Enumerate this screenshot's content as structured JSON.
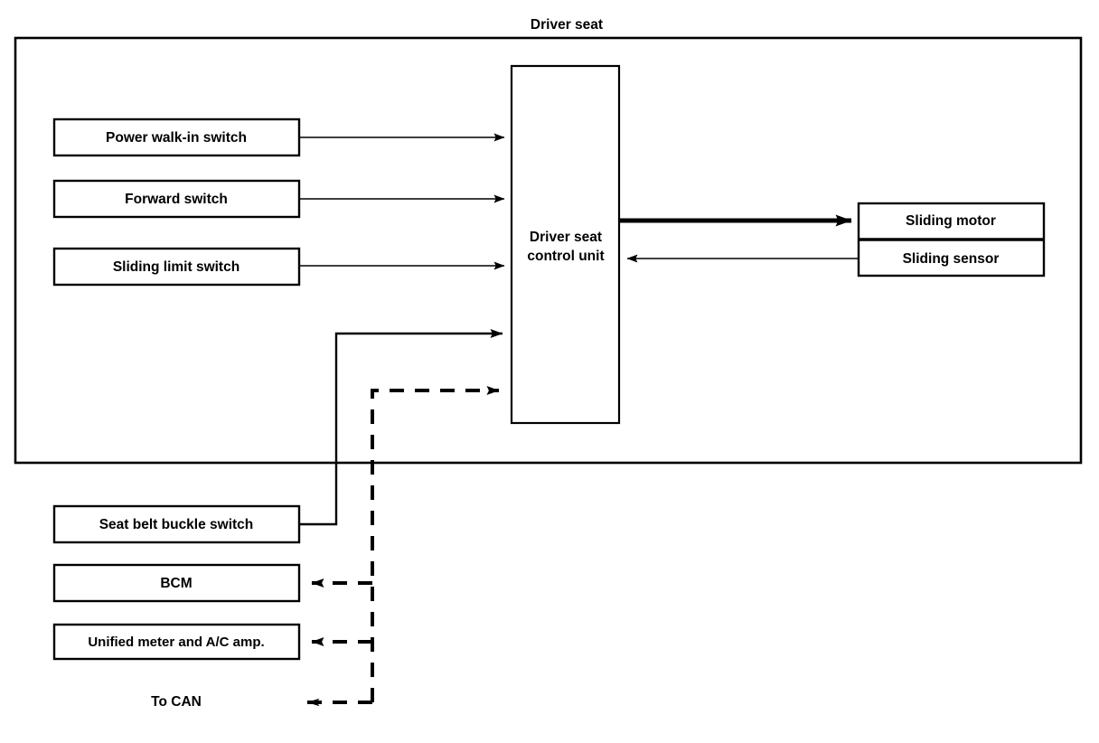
{
  "diagram": {
    "title": "Driver seat",
    "type": "block-diagram",
    "boundary_label": "Driver seat",
    "line_color": "#000000",
    "background_color": "#ffffff"
  },
  "nodes": {
    "power_walk_in_switch": {
      "label": "Power walk-in switch"
    },
    "forward_switch": {
      "label": "Forward switch"
    },
    "sliding_limit_switch": {
      "label": "Sliding limit switch"
    },
    "driver_seat_control_unit": {
      "label_line1": "Driver seat",
      "label_line2": "control unit"
    },
    "sliding_motor": {
      "label": "Sliding motor"
    },
    "sliding_sensor": {
      "label": "Sliding sensor"
    },
    "seat_belt_buckle_switch": {
      "label": "Seat belt buckle switch"
    },
    "bcm": {
      "label": "BCM"
    },
    "unified_meter_ac_amp": {
      "label": "Unified meter and A/C amp."
    },
    "to_can": {
      "label": "To CAN"
    }
  },
  "connections": [
    {
      "from": "power_walk_in_switch",
      "to": "driver_seat_control_unit",
      "style": "solid",
      "weight": "thin",
      "direction": "forward"
    },
    {
      "from": "forward_switch",
      "to": "driver_seat_control_unit",
      "style": "solid",
      "weight": "thin",
      "direction": "forward"
    },
    {
      "from": "sliding_limit_switch",
      "to": "driver_seat_control_unit",
      "style": "solid",
      "weight": "thin",
      "direction": "forward"
    },
    {
      "from": "seat_belt_buckle_switch",
      "to": "driver_seat_control_unit",
      "style": "solid",
      "weight": "medium",
      "direction": "forward"
    },
    {
      "from": "driver_seat_control_unit",
      "to": "sliding_motor",
      "style": "solid",
      "weight": "thick",
      "direction": "forward"
    },
    {
      "from": "sliding_sensor",
      "to": "driver_seat_control_unit",
      "style": "solid",
      "weight": "thin",
      "direction": "forward"
    },
    {
      "from": "can_bus",
      "to": "driver_seat_control_unit",
      "style": "dashed",
      "weight": "medium",
      "direction": "forward"
    },
    {
      "from": "can_bus",
      "to": "bcm",
      "style": "dashed",
      "weight": "medium",
      "direction": "forward"
    },
    {
      "from": "can_bus",
      "to": "unified_meter_ac_amp",
      "style": "dashed",
      "weight": "medium",
      "direction": "forward"
    },
    {
      "from": "can_bus",
      "to": "to_can",
      "style": "dashed",
      "weight": "medium",
      "direction": "forward"
    }
  ]
}
